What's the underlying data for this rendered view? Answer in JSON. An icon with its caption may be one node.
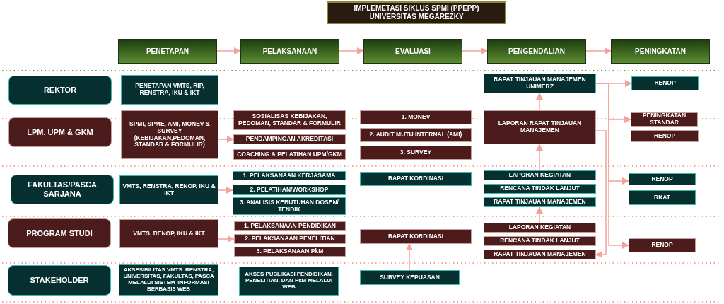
{
  "diagram": {
    "title": "IMPLEMETASI SIKLUS SPMI (PPEPP) UNIVERSITAS MEGAREZKY",
    "nodes": [
      {
        "text": [
          "PENETAPAN"
        ]
      },
      {
        "text": [
          "PELAKSANAAN"
        ]
      },
      {
        "text": [
          "EVALUASI"
        ]
      },
      {
        "text": [
          "PENGENDALIAN"
        ]
      },
      {
        "text": [
          "PENINGKATAN"
        ]
      },
      {
        "text": [
          "REKTOR"
        ]
      },
      {
        "text": [
          "PENETAPAN VMTS, RIP, RENSTRA, IKU & IKT"
        ]
      },
      {
        "text": [
          "RAPAT TINJAUAN MANAJEMEN UNIMERZ"
        ]
      },
      {
        "text": [
          "RENOP"
        ]
      },
      {
        "text": [
          "LPM. UPM & GKM"
        ]
      },
      {
        "text": [
          "SPMI, SPME, AMI, MONEV & SURVEY (KEBIJAKAN,PEDOMAN, STANDAR & FORMULIR)"
        ]
      },
      {
        "text": [
          "SOSIALISAS KEBIJAKAN, PEDOMAN, STANDAR & FORMULIR"
        ]
      },
      {
        "text": [
          "PENDAMPINGAN AKREDITASI"
        ]
      },
      {
        "text": [
          "COACHING & PELATIHAN UPM/GKM"
        ]
      },
      {
        "text": [
          "1. MONEV"
        ]
      },
      {
        "text": [
          "2. AUDIT MUTU INTERNAL (AMI)"
        ]
      },
      {
        "text": [
          "3. SURVEY"
        ]
      },
      {
        "text": [
          "LAPORAN RAPAT TINJAUAN MANAJEMEN"
        ]
      },
      {
        "text": [
          "PENINGKATAN STANDAR"
        ]
      },
      {
        "text": [
          "RENOP"
        ]
      },
      {
        "text": [
          "FAKULTAS/PASCA SARJANA"
        ]
      },
      {
        "text": [
          "VMTS, RENSTRA, RENOP, IKU & IKT"
        ]
      },
      {
        "text": [
          "1. PELAKSANAAN KERJASAMA"
        ]
      },
      {
        "text": [
          "2. PELATIHAN/WORKSHOP"
        ]
      },
      {
        "text": [
          "3. ANALISIS KEBUTUHAN DOSEN/ TENDIK"
        ]
      },
      {
        "text": [
          "RAPAT KORDINASI"
        ]
      },
      {
        "text": [
          "LAPORAN KEGIATAN"
        ]
      },
      {
        "text": [
          "RENCANA TINDAK LANJUT"
        ]
      },
      {
        "text": [
          "RAPAT TINJAUAN MANAJEMEN"
        ]
      },
      {
        "text": [
          "RENOP"
        ]
      },
      {
        "text": [
          "RKAT"
        ]
      },
      {
        "text": [
          "PROGRAM STUDI"
        ]
      },
      {
        "text": [
          "VMTS, RENOP, IKU & IKT"
        ]
      },
      {
        "text": [
          "1. PELAKSANAAN PENDIDIKAN"
        ]
      },
      {
        "text": [
          "2. PELAKSANAAN PENELITIAN"
        ]
      },
      {
        "text": [
          "3. PELAKSANAAN PkM"
        ]
      },
      {
        "text": [
          "RAPAT KORDINASI"
        ]
      },
      {
        "text": [
          "LAPORAN KEGIATAN"
        ]
      },
      {
        "text": [
          "RENCANA TINDAK LANJUT"
        ]
      },
      {
        "text": [
          "RAPAT TINJAUAN MANAJEMEN"
        ]
      },
      {
        "text": [
          "RENOP"
        ]
      },
      {
        "text": [
          "STAKEHOLDER"
        ]
      },
      {
        "text": [
          "AKSESIBILITAS VMTS. RENSTRA, UNIVERSITAS, FAKULTAS, PASCA MELALUI SISTEM IINFORMASI BERBASIS WEB"
        ]
      },
      {
        "text": [
          "AKSES PUBLIKASI PENDIDIKAN, PENELITIAN, DAN PkM MELALUI WEB"
        ]
      },
      {
        "text": [
          "SURVEY KEPUASAN"
        ]
      }
    ],
    "edges": [
      {
        "from": 0,
        "to": 1,
        "arrow": "to"
      },
      {
        "from": 1,
        "to": 2,
        "arrow": "to"
      },
      {
        "from": 2,
        "to": 3,
        "arrow": "to"
      },
      {
        "from": 3,
        "to": 4,
        "arrow": "to"
      },
      {
        "from": 10,
        "to": 12,
        "arrow": "to"
      },
      {
        "from": 21,
        "to": 23,
        "arrow": "to"
      },
      {
        "from": 32,
        "to": 34,
        "arrow": "to"
      },
      {
        "from": 17,
        "to": 7,
        "arrow": "to"
      },
      {
        "from": 26,
        "to": 17,
        "arrow": "to"
      },
      {
        "from": 37,
        "to": 28,
        "arrow": "to"
      },
      {
        "from": 44,
        "to": 36,
        "arrow": "to"
      },
      {
        "from": 7,
        "to": 8,
        "arrow": "to"
      },
      {
        "from": 7,
        "to": 18,
        "arrow": "to"
      },
      {
        "from": 7,
        "to": 29,
        "arrow": "to"
      },
      {
        "from": 7,
        "to": 40,
        "arrow": "to"
      },
      {
        "from": 17,
        "to": 39,
        "arrow": "to"
      }
    ]
  }
}
